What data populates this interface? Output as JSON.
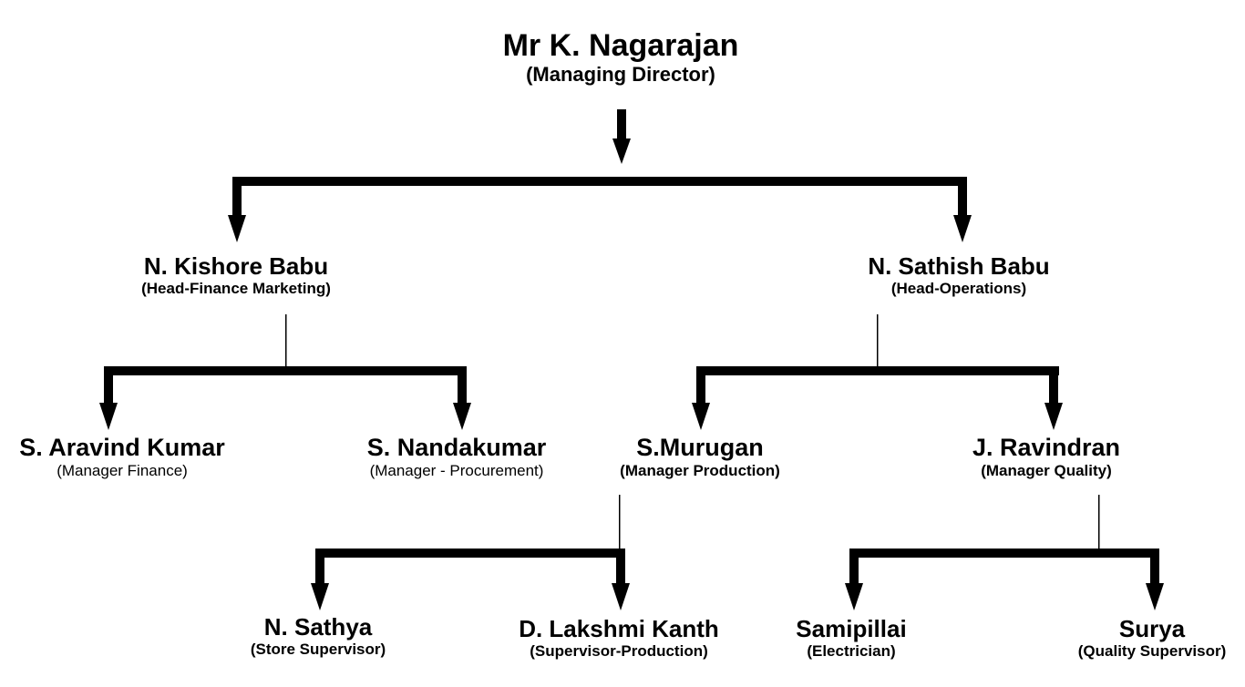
{
  "org_chart": {
    "managing_director": {
      "name": "Mr K. Nagarajan",
      "role": "(Managing Director)"
    },
    "head_finance": {
      "name": "N. Kishore Babu",
      "role": "(Head-Finance Marketing)"
    },
    "head_operations": {
      "name": "N. Sathish Babu",
      "role": "(Head-Operations)"
    },
    "manager_finance": {
      "name": "S. Aravind Kumar",
      "role": "(Manager Finance)"
    },
    "manager_procurement": {
      "name": "S. Nandakumar",
      "role": "(Manager - Procurement)"
    },
    "manager_production": {
      "name": "S.Murugan",
      "role": "(Manager Production)"
    },
    "manager_quality": {
      "name": "J. Ravindran",
      "role": "(Manager Quality)"
    },
    "store_supervisor": {
      "name": "N. Sathya",
      "role": "(Store Supervisor)"
    },
    "supervisor_production": {
      "name": "D. Lakshmi Kanth",
      "role": "(Supervisor-Production)"
    },
    "electrician": {
      "name": "Samipillai",
      "role": "(Electrician)"
    },
    "quality_supervisor": {
      "name": "Surya",
      "role": "(Quality Supervisor)"
    }
  }
}
